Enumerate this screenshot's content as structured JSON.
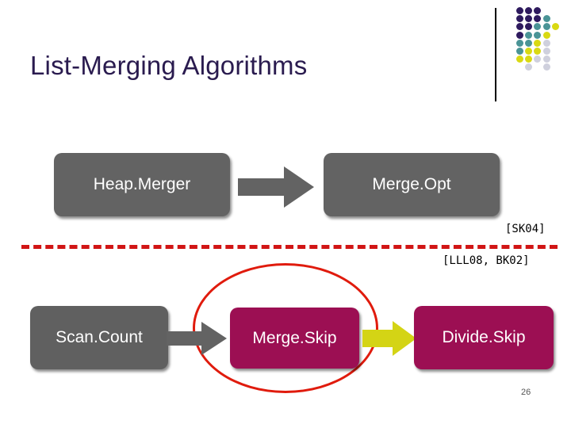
{
  "slide": {
    "title": "List-Merging Algorithms",
    "page_number": "26",
    "title_color": "#2a1b4f",
    "background": "#ffffff"
  },
  "logo": {
    "name": "decorative-dot-grid",
    "colors": {
      "dark_purple": "#2e1a5e",
      "teal": "#4a9496",
      "yellow": "#d9d913",
      "light_gray": "#cfd0dd"
    },
    "dots": [
      {
        "col": 0,
        "row": 0,
        "color": "#2e1a5e"
      },
      {
        "col": 1,
        "row": 0,
        "color": "#2e1a5e"
      },
      {
        "col": 2,
        "row": 0,
        "color": "#2e1a5e"
      },
      {
        "col": 0,
        "row": 1,
        "color": "#2e1a5e"
      },
      {
        "col": 1,
        "row": 1,
        "color": "#2e1a5e"
      },
      {
        "col": 2,
        "row": 1,
        "color": "#2e1a5e"
      },
      {
        "col": 3,
        "row": 1,
        "color": "#4a9496"
      },
      {
        "col": 0,
        "row": 2,
        "color": "#2e1a5e"
      },
      {
        "col": 1,
        "row": 2,
        "color": "#2e1a5e"
      },
      {
        "col": 2,
        "row": 2,
        "color": "#4a9496"
      },
      {
        "col": 3,
        "row": 2,
        "color": "#4a9496"
      },
      {
        "col": 4,
        "row": 2,
        "color": "#d9d913"
      },
      {
        "col": 0,
        "row": 3,
        "color": "#2e1a5e"
      },
      {
        "col": 1,
        "row": 3,
        "color": "#4a9496"
      },
      {
        "col": 2,
        "row": 3,
        "color": "#4a9496"
      },
      {
        "col": 3,
        "row": 3,
        "color": "#d9d913"
      },
      {
        "col": 0,
        "row": 4,
        "color": "#4a9496"
      },
      {
        "col": 1,
        "row": 4,
        "color": "#4a9496"
      },
      {
        "col": 2,
        "row": 4,
        "color": "#d9d913"
      },
      {
        "col": 3,
        "row": 4,
        "color": "#cfd0dd"
      },
      {
        "col": 0,
        "row": 5,
        "color": "#4a9496"
      },
      {
        "col": 1,
        "row": 5,
        "color": "#d9d913"
      },
      {
        "col": 2,
        "row": 5,
        "color": "#d9d913"
      },
      {
        "col": 3,
        "row": 5,
        "color": "#cfd0dd"
      },
      {
        "col": 0,
        "row": 6,
        "color": "#d9d913"
      },
      {
        "col": 1,
        "row": 6,
        "color": "#d9d913"
      },
      {
        "col": 2,
        "row": 6,
        "color": "#cfd0dd"
      },
      {
        "col": 3,
        "row": 6,
        "color": "#cfd0dd"
      },
      {
        "col": 1,
        "row": 7,
        "color": "#cfd0dd"
      },
      {
        "col": 3,
        "row": 7,
        "color": "#cfd0dd"
      }
    ]
  },
  "diagram": {
    "top_row": {
      "nodes": [
        {
          "id": "heapmerger",
          "label": "Heap.Merger",
          "color": "#636363",
          "text_color": "#ffffff"
        },
        {
          "id": "mergeopt",
          "label": "Merge.Opt",
          "color": "#636363",
          "text_color": "#ffffff"
        }
      ],
      "arrow": {
        "name": "arrow-heapmerger-to-mergeopt",
        "color": "#636363",
        "direction": "right"
      }
    },
    "bottom_row": {
      "nodes": [
        {
          "id": "scancount",
          "label": "Scan.Count",
          "color": "#636363",
          "text_color": "#ffffff"
        },
        {
          "id": "mergeskip",
          "label": "Merge.Skip",
          "color": "#9c0f53",
          "text_color": "#ffffff"
        },
        {
          "id": "divideskip",
          "label": "Divide.Skip",
          "color": "#9c0f53",
          "text_color": "#ffffff"
        }
      ],
      "arrows": [
        {
          "name": "arrow-scancount-to-mergeskip",
          "color": "#636363",
          "direction": "right"
        },
        {
          "name": "arrow-mergeskip-to-divideskip",
          "color": "#d4d415",
          "direction": "right"
        }
      ]
    },
    "separator": {
      "name": "red-dashed-separator",
      "color": "#d11515",
      "style": "dashed"
    },
    "highlight": {
      "name": "red-ellipse-around-mergeskip",
      "color": "#e01b0d",
      "shape": "ellipse"
    }
  },
  "citations": [
    {
      "id": "sk04",
      "text": "[SK04]"
    },
    {
      "id": "lll08",
      "text": "[LLL08, BK02]"
    }
  ]
}
